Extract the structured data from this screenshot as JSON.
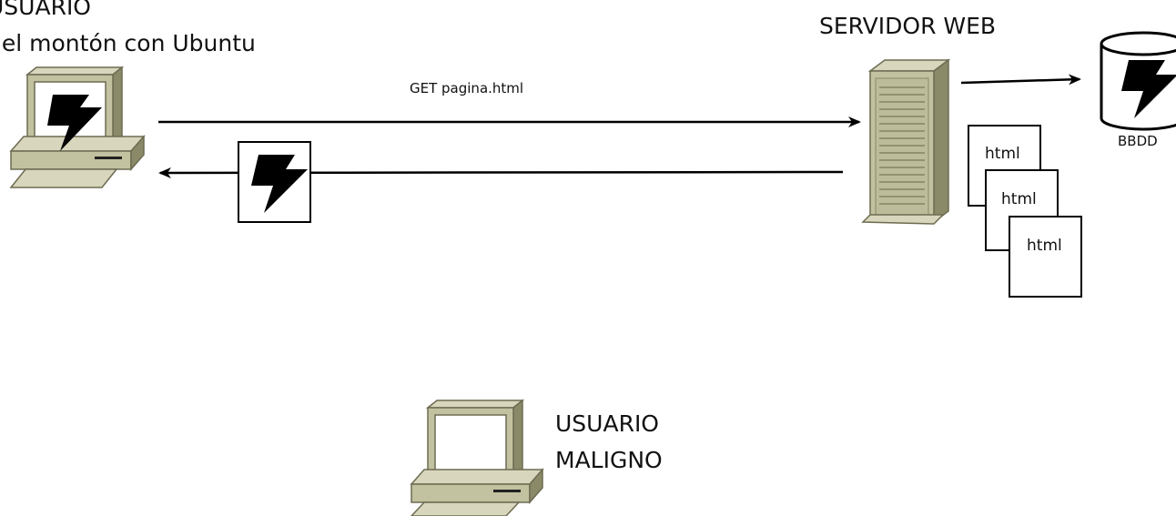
{
  "user": {
    "title_line1": "USUARIO",
    "title_line2": "del montón con Ubuntu",
    "icon": "computer-icon",
    "status_icon": "lightning-icon"
  },
  "server": {
    "title": "SERVIDOR WEB",
    "icon": "server-tower-icon"
  },
  "request": {
    "label": "GET pagina.html"
  },
  "response": {
    "payload_icon": "lightning-icon"
  },
  "database": {
    "label": "BBDD",
    "icon": "database-cylinder-icon"
  },
  "documents": [
    {
      "label": "html"
    },
    {
      "label": "html"
    },
    {
      "label": "html"
    }
  ],
  "malicious_user": {
    "title_line1": "USUARIO",
    "title_line2": "MALIGNO",
    "icon": "computer-icon"
  },
  "colors": {
    "device_fill": "#c2c1a0",
    "device_dark": "#8b8a68",
    "device_stroke": "#6d6c52",
    "screen": "#ffffff",
    "bolt": "#000000",
    "line": "#000000"
  }
}
